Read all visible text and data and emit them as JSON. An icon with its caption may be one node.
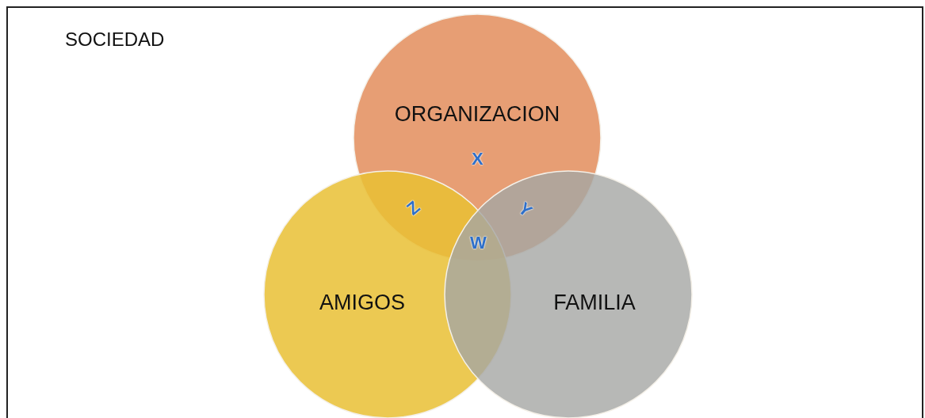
{
  "diagram": {
    "nodes": [
      {
        "text": [
          "SOCIEDAD"
        ]
      },
      {
        "text": [
          "ORGANIZACION"
        ],
        "in": 0
      },
      {
        "text": [
          "AMIGOS"
        ],
        "in": 0
      },
      {
        "text": [
          "FAMILIA"
        ],
        "in": 0
      }
    ],
    "labels": [
      "X",
      "Z",
      "Y",
      "W"
    ]
  }
}
